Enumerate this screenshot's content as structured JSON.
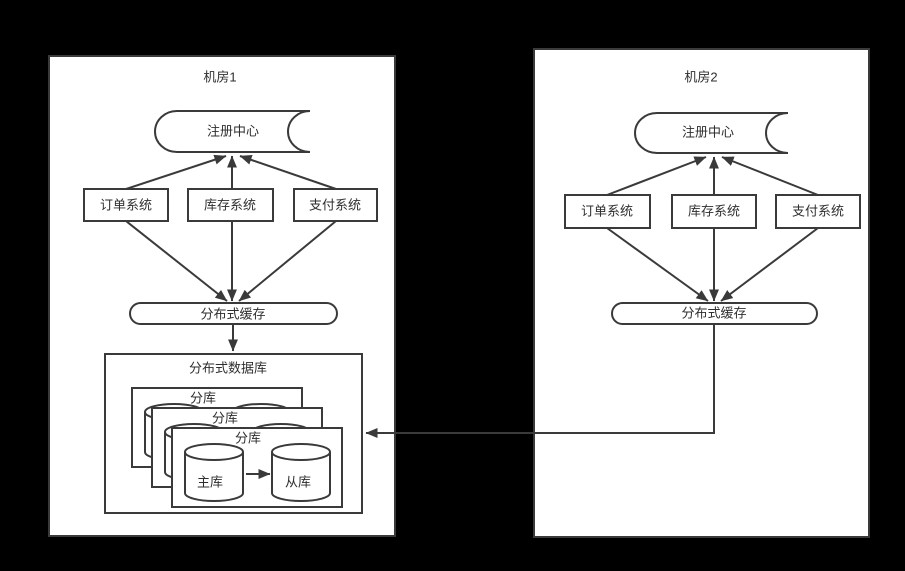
{
  "colors": {
    "background": "#000000",
    "panel_fill": "#ffffff",
    "line_stroke": "#3a3a3a",
    "text": "#2e2e2e"
  },
  "panels": [
    {
      "title": "机房1",
      "registry": "注册中心",
      "systems": [
        "订单系统",
        "库存系统",
        "支付系统"
      ],
      "cache": "分布式缓存",
      "database": {
        "label": "分布式数据库",
        "shards": [
          "分库",
          "分库",
          "分库"
        ],
        "master": "主库",
        "slave": "从库"
      }
    },
    {
      "title": "机房2",
      "registry": "注册中心",
      "systems": [
        "订单系统",
        "库存系统",
        "支付系统"
      ],
      "cache": "分布式缓存"
    }
  ]
}
